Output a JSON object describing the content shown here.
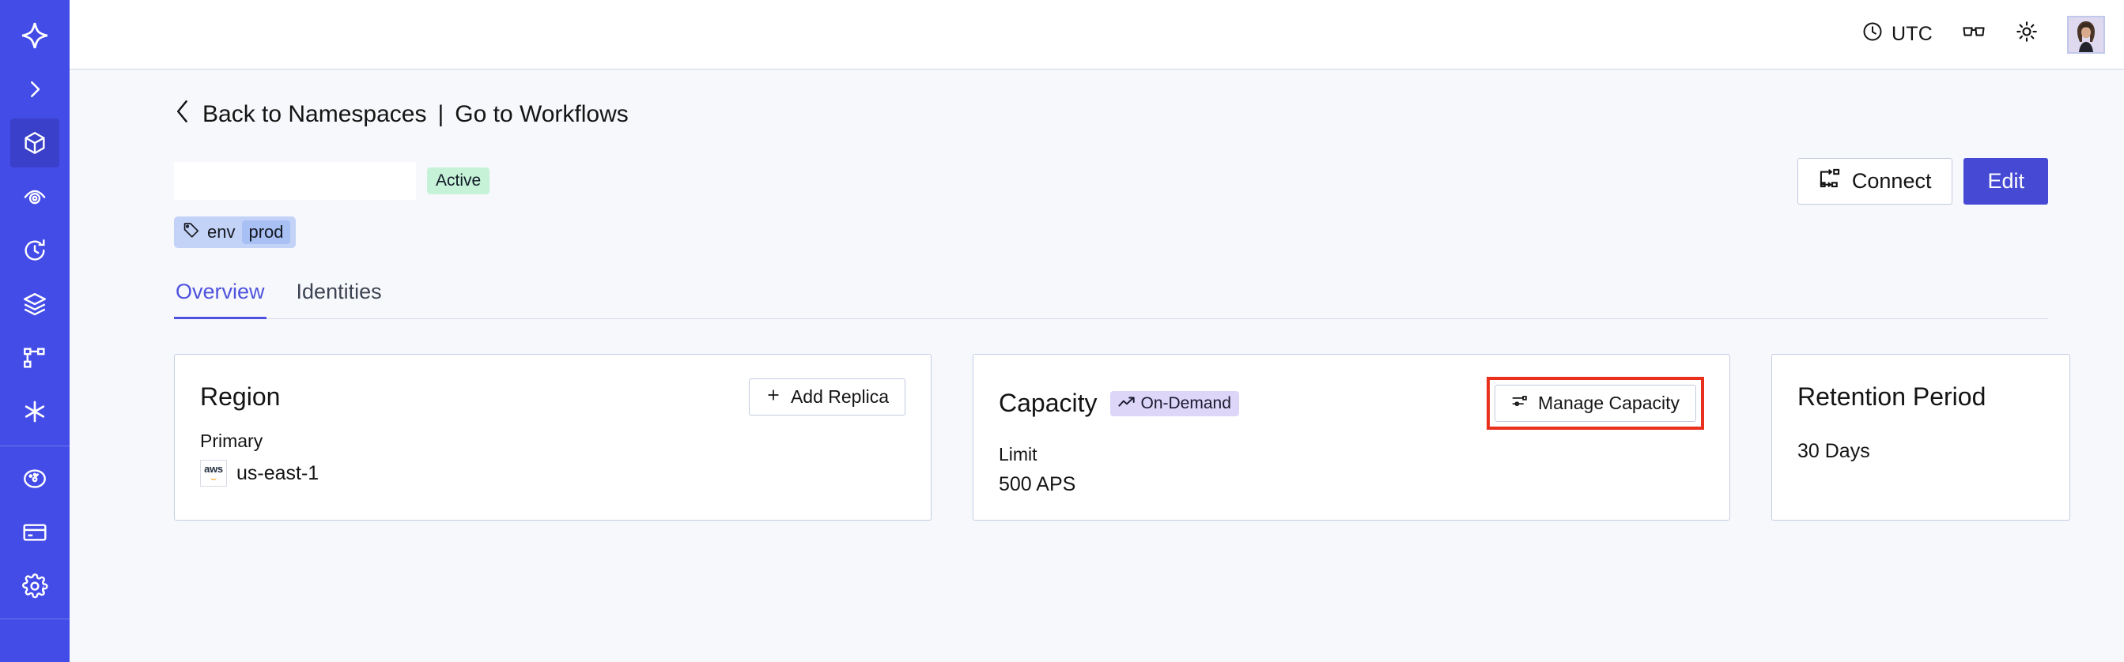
{
  "sidebar": {
    "items": [
      {
        "name": "temporal-logo",
        "icon": "temporal-logo-icon",
        "active": false
      },
      {
        "name": "expand-nav",
        "icon": "chevron-right-icon",
        "active": false
      },
      {
        "name": "namespaces",
        "icon": "cube-icon",
        "active": true
      },
      {
        "name": "observability",
        "icon": "eye-icon",
        "active": false
      },
      {
        "name": "history",
        "icon": "clock-rewind-icon",
        "active": false
      },
      {
        "name": "layers",
        "icon": "layers-icon",
        "active": false
      },
      {
        "name": "workflows",
        "icon": "workflow-graph-icon",
        "active": false
      },
      {
        "name": "nexus",
        "icon": "asterisk-icon",
        "active": false
      },
      {
        "name": "usage",
        "icon": "gauge-icon",
        "active": false
      },
      {
        "name": "billing",
        "icon": "credit-card-icon",
        "active": false
      },
      {
        "name": "settings",
        "icon": "gear-icon",
        "active": false
      }
    ]
  },
  "topbar": {
    "timezone_label": "UTC",
    "timezone_icon": "clock-icon",
    "reader_icon": "glasses-icon",
    "theme_icon": "sun-icon",
    "avatar_name": "user-avatar"
  },
  "breadcrumb": {
    "back_icon": "chevron-left-icon",
    "back_label": "Back to Namespaces",
    "separator": "|",
    "forward_label": "Go to Workflows"
  },
  "header": {
    "namespace_name": "",
    "status_badge": "Active",
    "tag": {
      "icon": "tag-icon",
      "key": "env",
      "value": "prod"
    },
    "connect_label": "Connect",
    "connect_icon": "connect-icon",
    "edit_label": "Edit"
  },
  "tabs": [
    {
      "label": "Overview",
      "active": true
    },
    {
      "label": "Identities",
      "active": false
    }
  ],
  "cards": {
    "region": {
      "title": "Region",
      "action_label": "Add Replica",
      "action_icon": "plus-icon",
      "sub_label": "Primary",
      "provider_icon": "aws-logo-icon",
      "provider_text": "aws",
      "value": "us-east-1"
    },
    "capacity": {
      "title": "Capacity",
      "badge_label": "On-Demand",
      "badge_icon": "trending-up-icon",
      "action_label": "Manage Capacity",
      "action_icon": "sliders-icon",
      "action_highlighted": true,
      "sub_label": "Limit",
      "value": "500 APS"
    },
    "retention": {
      "title": "Retention Period",
      "value": "30 Days"
    }
  },
  "colors": {
    "sidebar_bg": "#444ce7",
    "sidebar_active": "#3a40c9",
    "accent": "#4549d4",
    "tab_active": "#4f52dd",
    "page_bg": "#f7f8fb",
    "card_border": "#c3cde4",
    "badge_active_bg": "#c6f2d7",
    "badge_ondemand_bg": "#ddd6f9",
    "tag_bg": "#c3d2f7",
    "tag_value_bg": "#a9c0f5",
    "highlight_red": "#e8301c"
  }
}
